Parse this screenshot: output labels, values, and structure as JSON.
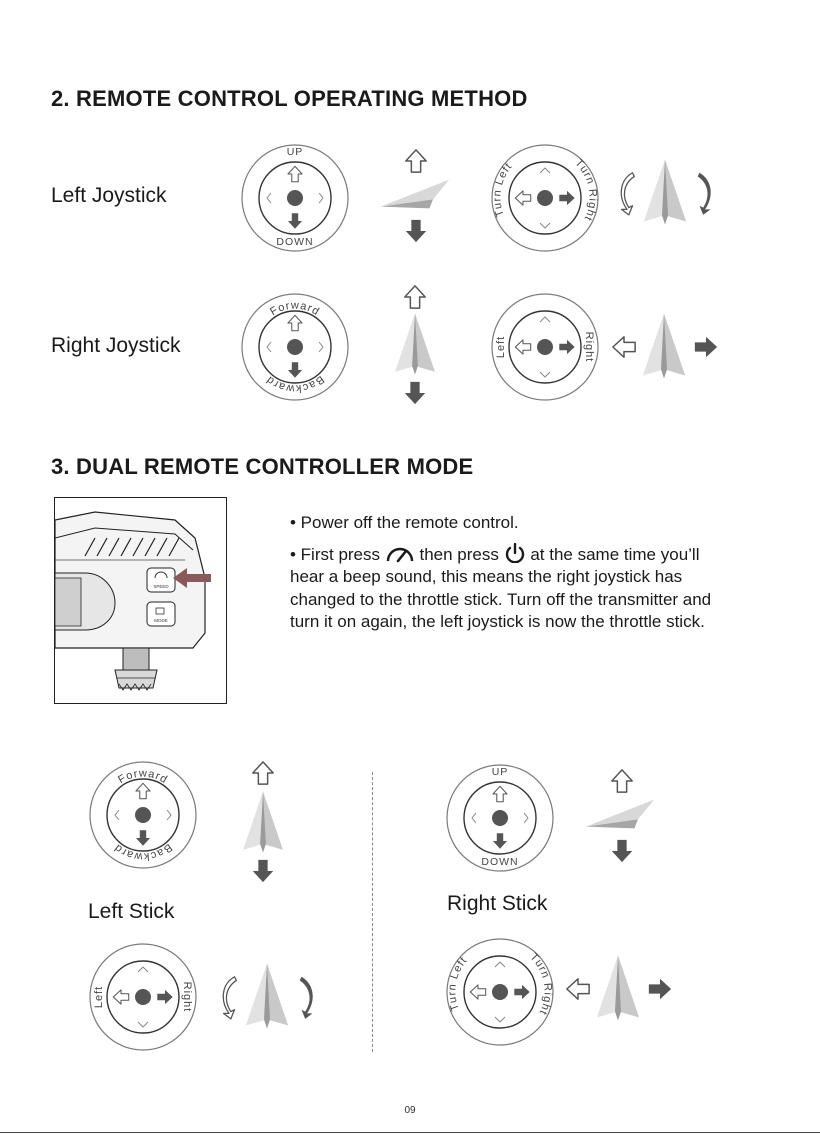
{
  "section2": {
    "title": "2. REMOTE CONTROL OPERATING METHOD",
    "left_joystick": {
      "label": "Left Joystick",
      "updown_dial": {
        "top": "UP",
        "bottom": "DOWN"
      },
      "turn_dial": {
        "left": "Turn Left",
        "right": "Turn Right"
      }
    },
    "right_joystick": {
      "label": "Right Joystick",
      "fb_dial": {
        "top": "Forward",
        "bottom": "Backward"
      },
      "lr_dial": {
        "left": "Left",
        "right": "Right"
      }
    }
  },
  "section3": {
    "title": "3. DUAL REMOTE CONTROLLER MODE",
    "photo_button_labels": {
      "speed": "SPEED",
      "mode": "MODE"
    },
    "instructions": {
      "line1": "• Power off the remote control.",
      "line2_a": "• First press",
      "line2_b": "then press",
      "line2_c": "at the same time",
      "line2_rest": "you’ll hear a beep sound, this means the right joystick has changed to the throttle stick. Turn off the transmitter and turn it on again, the left joystick is now the throttle stick."
    },
    "left_stick": {
      "label": "Left Stick",
      "fb_dial": {
        "top": "Forward",
        "bottom": "Backward"
      },
      "lr_dial": {
        "left": "Left",
        "right": "Right"
      }
    },
    "right_stick": {
      "label": "Right Stick",
      "updown_dial": {
        "top": "UP",
        "bottom": "DOWN"
      },
      "turn_dial": {
        "left": "Turn Left",
        "right": "Turn Right"
      }
    }
  },
  "icons": [
    "speed-gauge-icon",
    "power-icon",
    "up-arrow-icon",
    "down-arrow-icon",
    "left-arrow-icon",
    "right-arrow-icon",
    "rotate-left-icon",
    "rotate-right-icon",
    "paper-plane-icon"
  ],
  "colors": {
    "arrow_fill": "#555555",
    "plane_light": "#dcdcdc",
    "plane_dark": "#9a9a9a",
    "dial_ring": "#7a7a7a"
  },
  "page_number": "09"
}
